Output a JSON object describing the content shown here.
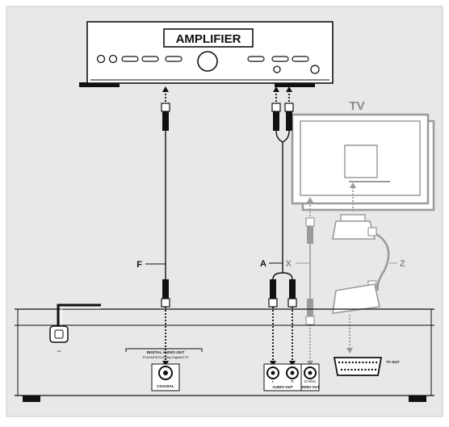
{
  "amplifier": {
    "label": "AMPLIFIER"
  },
  "tv": {
    "label": "TV"
  },
  "cables": {
    "f": "F",
    "a": "A",
    "x": "X",
    "z": "Z"
  },
  "player": {
    "digital_audio_label": "DIGITAL AUDIO OUT",
    "digital_audio_sub": "PCM/MPEG2/Dolby Digital/DTS",
    "coaxial": "COAXIAL",
    "audio_l": "L",
    "audio_r": "R",
    "audio_out": "AUDIO OUT",
    "cvbs": "(CVBS)",
    "video_out": "VIDEO OUT",
    "tv_out": "TV OUT",
    "mains_symbol": "~"
  },
  "colors": {
    "page": "#e8e8e8",
    "border": "#c8c8c8",
    "line": "#111111",
    "grey_cable": "#9a9a9a",
    "grey_label": "#8a8a8a"
  }
}
